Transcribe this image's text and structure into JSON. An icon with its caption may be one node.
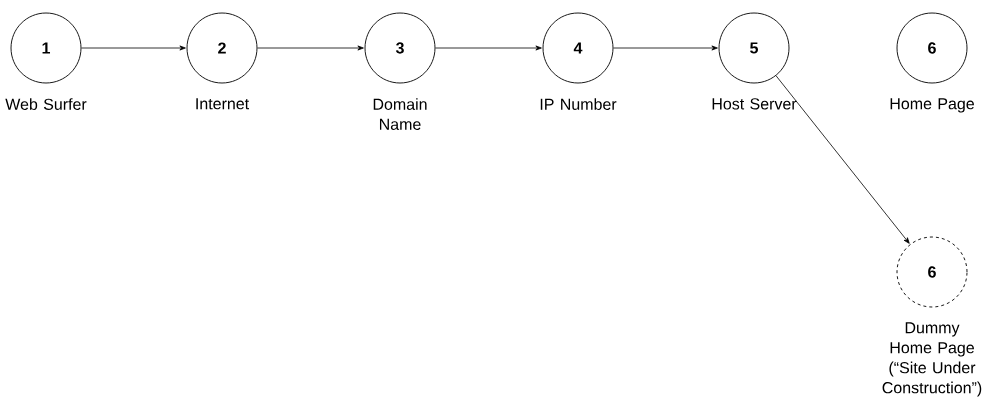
{
  "diagram": {
    "nodes": [
      {
        "text": [
          "1"
        ],
        "beside": [
          "Web Surfer"
        ]
      },
      {
        "text": [
          "2"
        ],
        "beside": [
          "Internet"
        ]
      },
      {
        "text": [
          "3"
        ],
        "beside": [
          "Domain Name"
        ]
      },
      {
        "text": [
          "4"
        ],
        "beside": [
          "IP Number"
        ]
      },
      {
        "text": [
          "5"
        ],
        "beside": [
          "Host Server"
        ]
      },
      {
        "text": [
          "6"
        ],
        "beside": [
          "Home Page"
        ]
      },
      {
        "text": [
          "6"
        ],
        "beside": [
          "Dummy Home Page (“Site Under Construction”)"
        ]
      }
    ],
    "edges": [
      {
        "from": 0,
        "to": 1,
        "arrow": "to"
      },
      {
        "from": 1,
        "to": 2,
        "arrow": "to"
      },
      {
        "from": 2,
        "to": 3,
        "arrow": "to"
      },
      {
        "from": 3,
        "to": 4,
        "arrow": "to"
      },
      {
        "from": 4,
        "to": 6,
        "arrow": "to"
      }
    ]
  }
}
